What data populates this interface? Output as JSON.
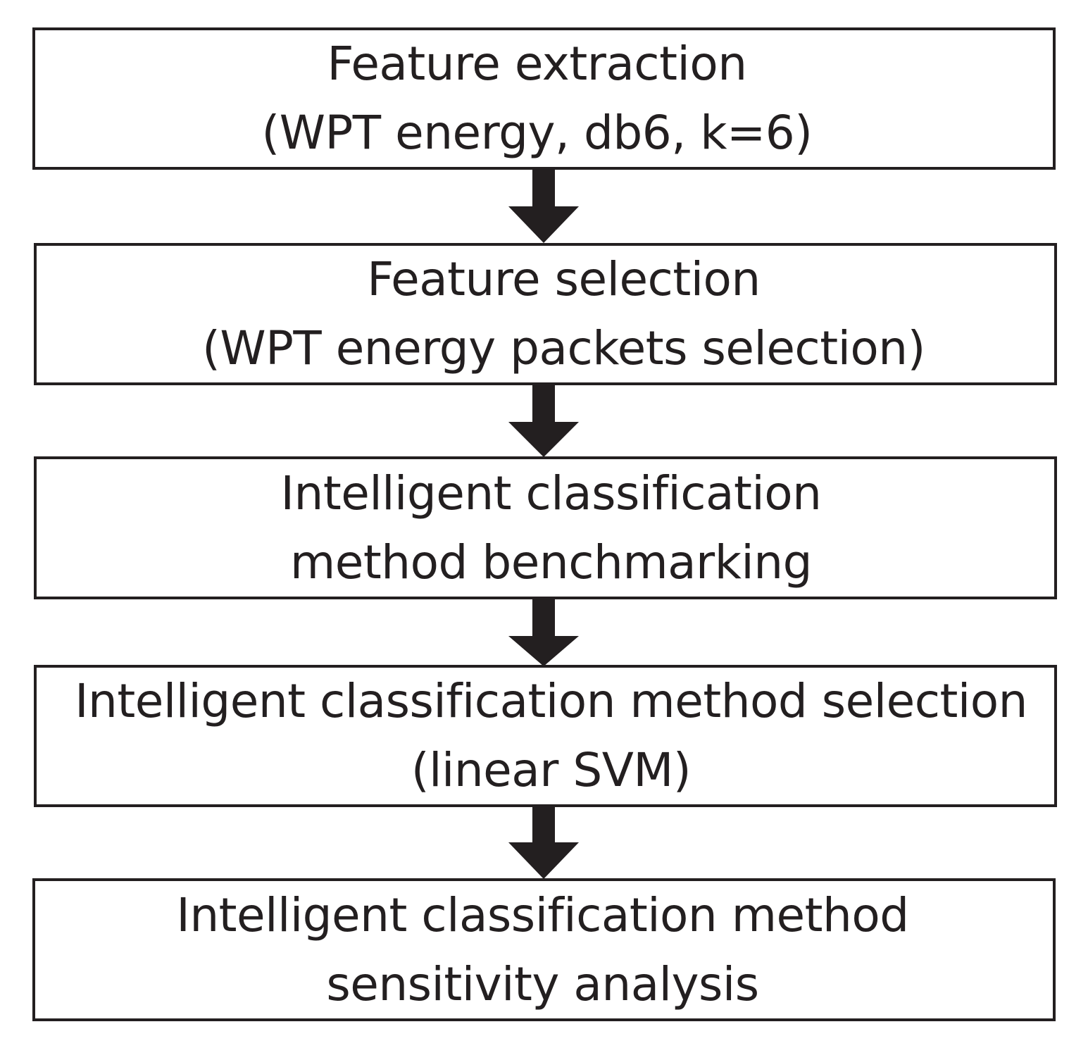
{
  "flowchart": {
    "steps": [
      {
        "line1": "Feature extraction",
        "line2": "(WPT energy, db6, k=6)"
      },
      {
        "line1": "Feature selection",
        "line2": "(WPT energy packets selection)"
      },
      {
        "line1": "Intelligent classification",
        "line2": "method benchmarking"
      },
      {
        "line1": "Intelligent classification method selection",
        "line2": "(linear SVM)"
      },
      {
        "line1": "Intelligent classification method",
        "line2": "sensitivity analysis"
      }
    ]
  },
  "colors": {
    "stroke": "#231f20",
    "background": "#ffffff"
  }
}
